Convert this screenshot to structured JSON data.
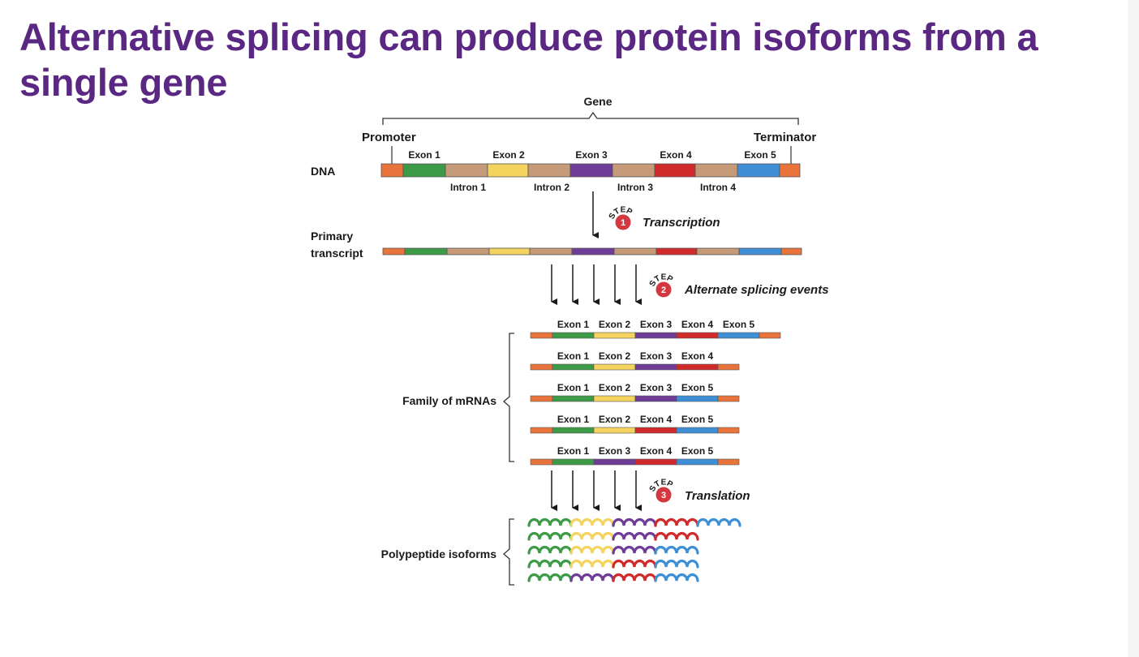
{
  "title": "Alternative splicing can produce protein isoforms from a single gene",
  "labels": {
    "gene": "Gene",
    "promoter": "Promoter",
    "terminator": "Terminator",
    "dna": "DNA",
    "primary_line1": "Primary",
    "primary_line2": "transcript",
    "family": "Family of mRNAs",
    "poly": "Polypeptide isoforms",
    "step_word": "STEP"
  },
  "exons": [
    "Exon 1",
    "Exon 2",
    "Exon 3",
    "Exon 4",
    "Exon 5"
  ],
  "introns": [
    "Intron 1",
    "Intron 2",
    "Intron 3",
    "Intron 4"
  ],
  "steps": [
    {
      "num": "1",
      "label": "Transcription"
    },
    {
      "num": "2",
      "label": "Alternate splicing events"
    },
    {
      "num": "3",
      "label": "Translation"
    }
  ],
  "mrnas": [
    {
      "exons": [
        "Exon 1",
        "Exon 2",
        "Exon 3",
        "Exon 4",
        "Exon 5"
      ]
    },
    {
      "exons": [
        "Exon 1",
        "Exon 2",
        "Exon 3",
        "Exon 4"
      ]
    },
    {
      "exons": [
        "Exon 1",
        "Exon 2",
        "Exon 3",
        "Exon 5"
      ]
    },
    {
      "exons": [
        "Exon 1",
        "Exon 2",
        "Exon 4",
        "Exon 5"
      ]
    },
    {
      "exons": [
        "Exon 1",
        "Exon 3",
        "Exon 4",
        "Exon 5"
      ]
    }
  ],
  "colors": {
    "title": "#5a2783",
    "utr": "#e8743b",
    "intron": "#c49a78",
    "exon1": "#3d9b48",
    "exon2": "#f4d35e",
    "exon3": "#6f3d98",
    "exon4": "#d12a2a",
    "exon5": "#3f8fd6",
    "step_circle": "#d3373f"
  }
}
